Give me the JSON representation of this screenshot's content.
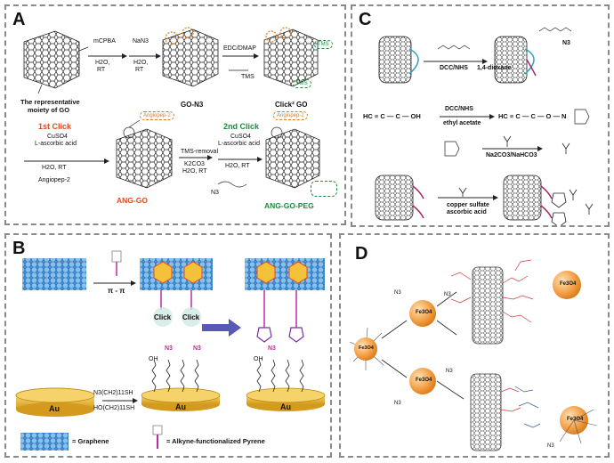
{
  "panels": {
    "A": {
      "label": "A",
      "reagents_1": [
        "mCPBA",
        "H2O,",
        "RT"
      ],
      "reagents_2": [
        "NaN3",
        "H2O,",
        "RT"
      ],
      "reagents_3": "EDC/DMAP",
      "tms_label": "TMS",
      "caption_go": [
        "The representative",
        "moiety of GO"
      ],
      "caption_gon3": "GO-N3",
      "caption_click": "Click² GO",
      "first_click": "1st Click",
      "first_reagents": [
        "CuSO4",
        "L-ascorbic acid"
      ],
      "first_cond": "H2O, RT",
      "angiopep_reagent": "Angiopep-2",
      "angiopep_tag": "Angiopep-2",
      "tms_removal": "TMS-removal",
      "tms_reagents": [
        "K2CO3",
        "H2O, RT"
      ],
      "second_click": "2nd Click",
      "second_reagents": [
        "CuSO4",
        "L-ascorbic acid"
      ],
      "second_cond": "H2O, RT",
      "n3_peg": "N3",
      "product_1": "ANG-GO",
      "product_2": "ANG-GO-PEG"
    },
    "B": {
      "label": "B",
      "pi_pi": "π - π",
      "click_1": "Click",
      "click_2": "Click",
      "n3_a": "N3",
      "n3_b": "N3",
      "n3_c": "N3",
      "oh_a": "OH",
      "oh_b": "OH",
      "reagent_top": "N3(CH2)11SH",
      "reagent_bottom": "HO(CH2)11SH",
      "au_1": "Au",
      "au_2": "Au",
      "au_3": "Au",
      "legend_graphene": "= Graphene",
      "legend_pyrene": "= Alkyne-functionalized Pyrene"
    },
    "C": {
      "label": "C",
      "row1_reagent": "DCC/NHS",
      "row1_solvent": "1,4-dioxane",
      "row2_reagent": "DCC/NHS",
      "row2_solvent": "ethyl acetate",
      "row3_reagent": "Na2CO3/NaHCO3",
      "row4_reagent": [
        "copper sulfate",
        "ascorbic acid"
      ],
      "hc_1": "HC ≡ C — C — OH",
      "hc_2": "HC ≡ C — C — O — N",
      "n3_label": "N3"
    },
    "D": {
      "label": "D",
      "np_label": "Fe3O4",
      "n3": "N3"
    }
  },
  "colors": {
    "panel_border": "#8a8a8a",
    "orange_highlight": "#e07b1c",
    "green_highlight": "#1c8a3a",
    "gold": "#e8b93a",
    "graphene_blue": "#3f8ed8",
    "nanoparticle": "#f5a24a",
    "arrow_blue": "#3b3ba8"
  }
}
